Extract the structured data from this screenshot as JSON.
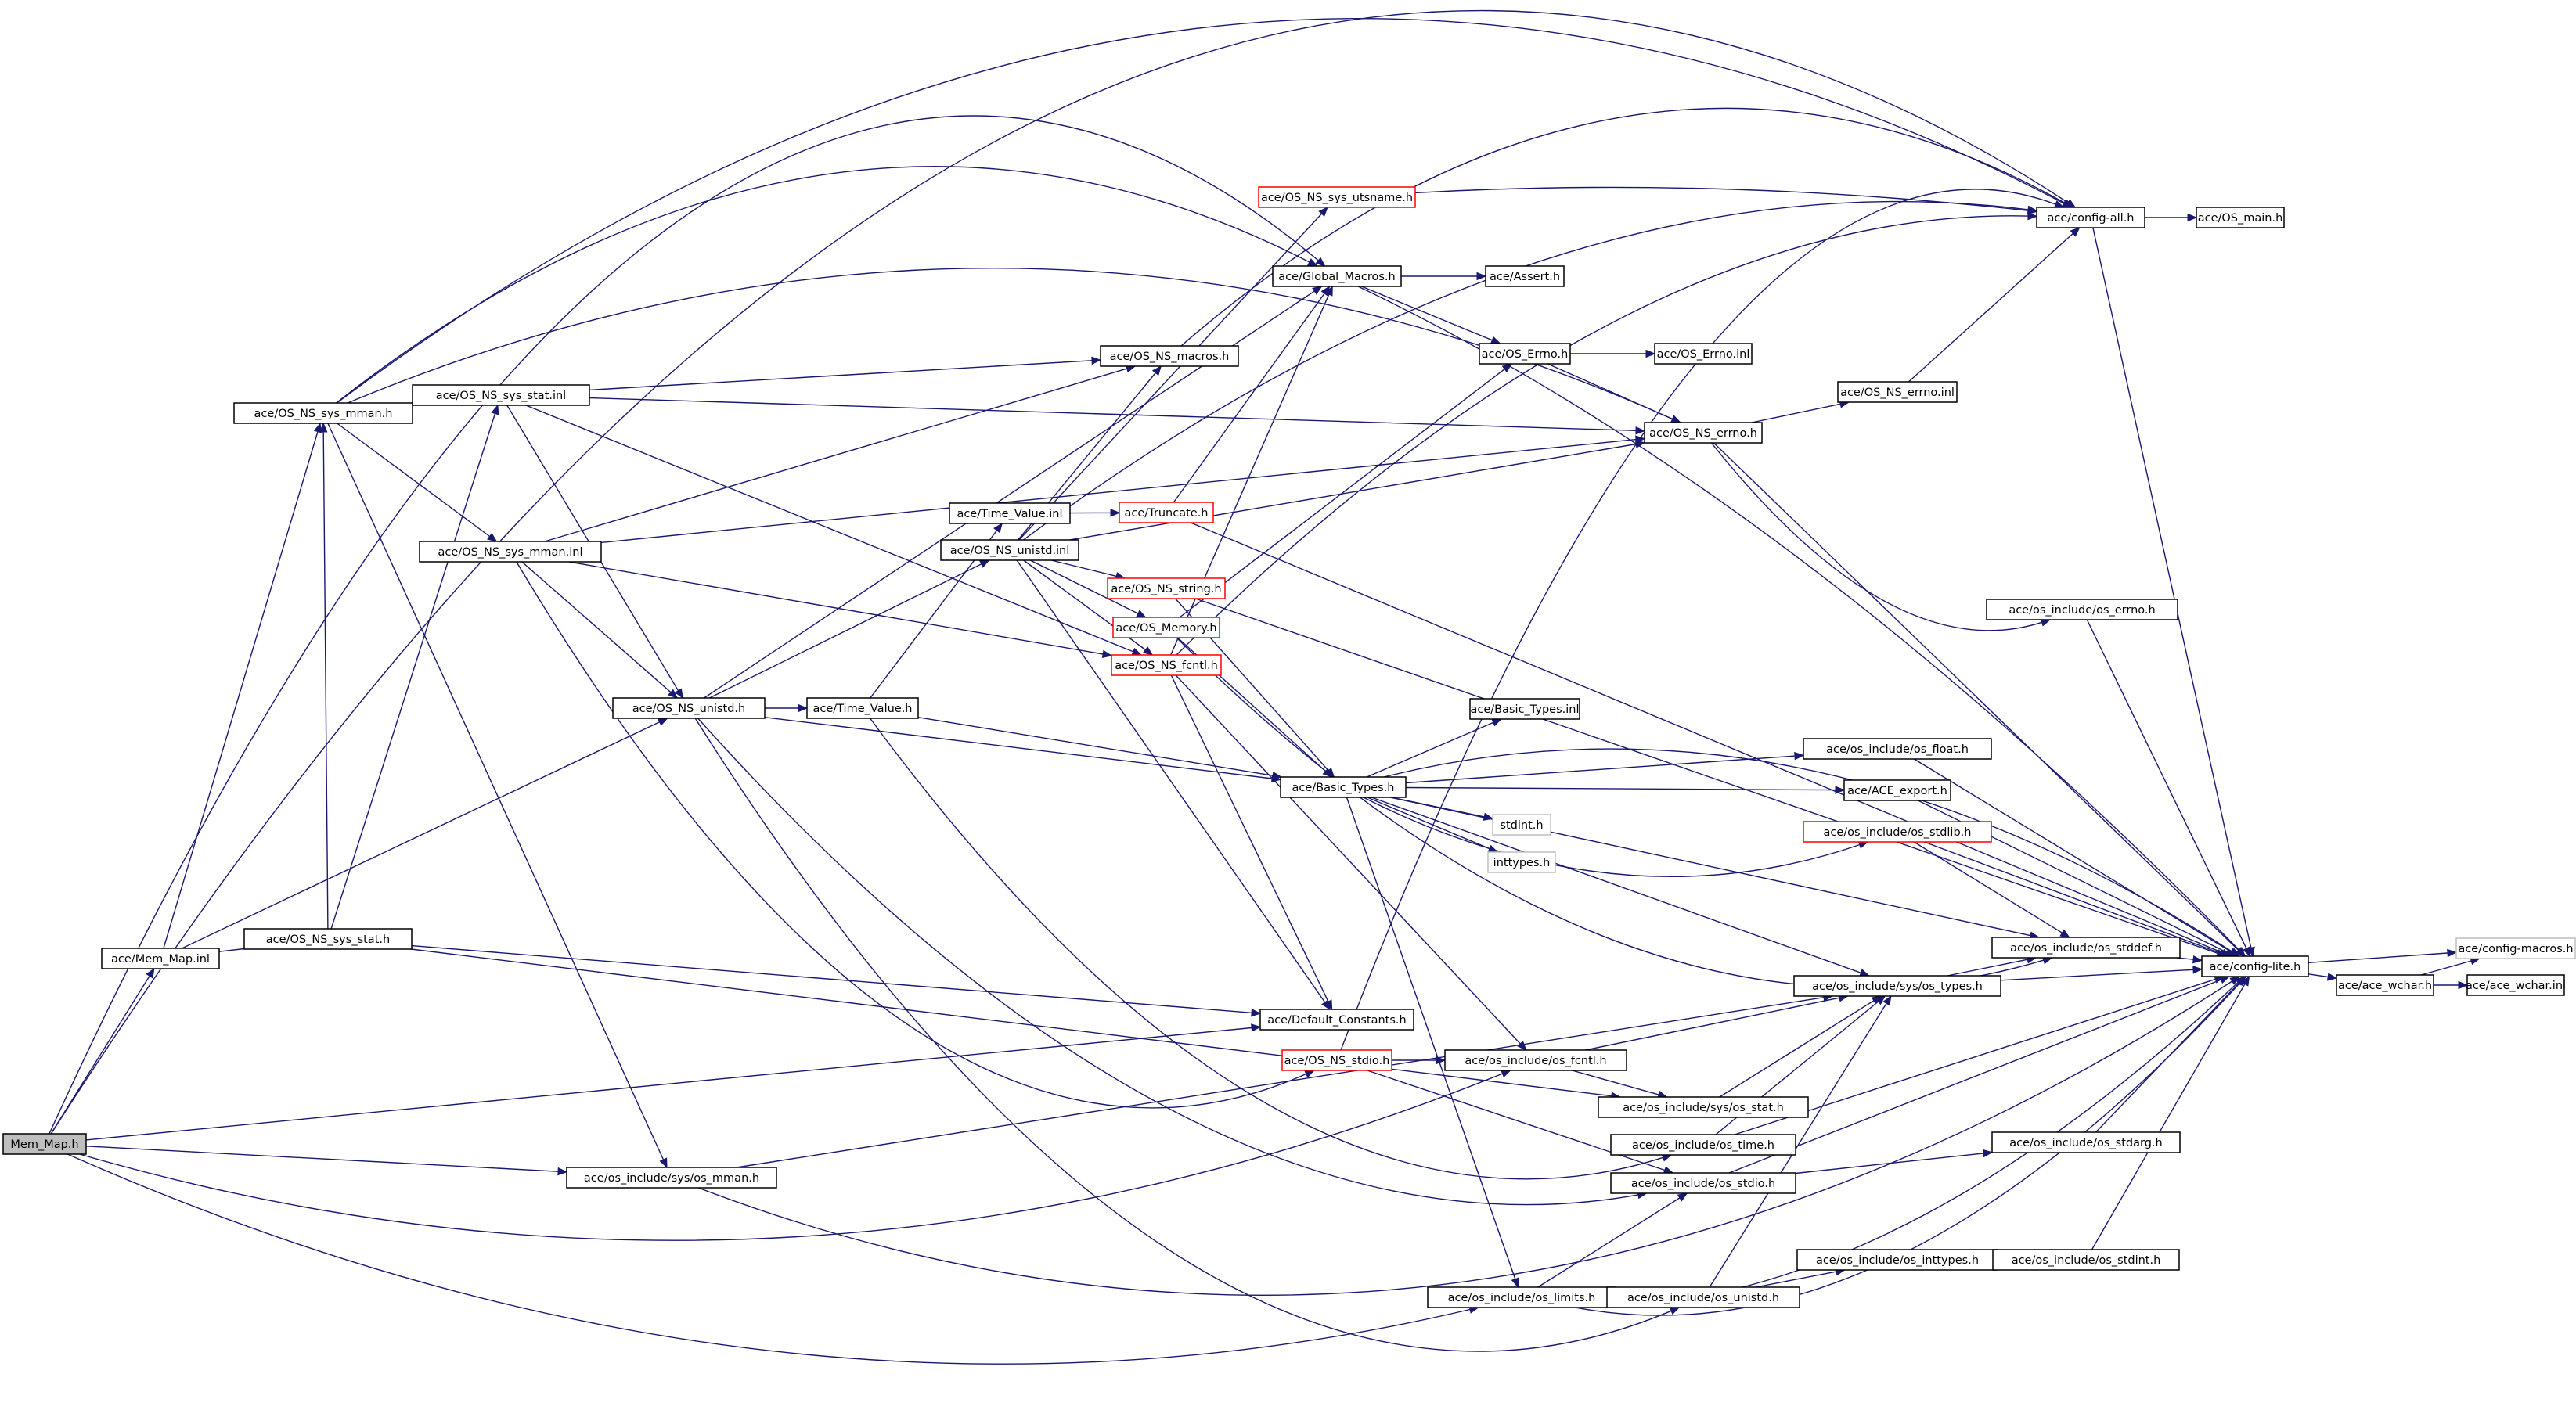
{
  "colors": {
    "edge": "#191970",
    "node_border": "#000000",
    "node_border_truncated": "#ff0000",
    "node_border_external": "#bfbfbf",
    "root_fill": "#bfbfbf",
    "node_fill": "#ffffff"
  },
  "nodes": [
    {
      "id": "mem_map_h",
      "label": "Mem_Map.h",
      "style": "root"
    },
    {
      "id": "mem_map_inl",
      "label": "ace/Mem_Map.inl",
      "style": "normal"
    },
    {
      "id": "os_ns_sys_mman_h",
      "label": "ace/OS_NS_sys_mman.h",
      "style": "normal"
    },
    {
      "id": "os_ns_sys_stat_h",
      "label": "ace/OS_NS_sys_stat.h",
      "style": "normal"
    },
    {
      "id": "os_ns_sys_stat_inl",
      "label": "ace/OS_NS_sys_stat.inl",
      "style": "normal"
    },
    {
      "id": "os_ns_sys_mman_inl",
      "label": "ace/OS_NS_sys_mman.inl",
      "style": "normal"
    },
    {
      "id": "os_ns_unistd_h",
      "label": "ace/OS_NS_unistd.h",
      "style": "normal"
    },
    {
      "id": "os_include_sys_os_mman_h",
      "label": "ace/os_include/sys/os_mman.h",
      "style": "normal"
    },
    {
      "id": "time_value_h",
      "label": "ace/Time_Value.h",
      "style": "normal"
    },
    {
      "id": "time_value_inl",
      "label": "ace/Time_Value.inl",
      "style": "normal"
    },
    {
      "id": "os_ns_unistd_inl",
      "label": "ace/OS_NS_unistd.inl",
      "style": "normal"
    },
    {
      "id": "os_ns_macros_h",
      "label": "ace/OS_NS_macros.h",
      "style": "normal"
    },
    {
      "id": "os_ns_sys_utsname_h",
      "label": "ace/OS_NS_sys_utsname.h",
      "style": "truncated"
    },
    {
      "id": "truncate_h",
      "label": "ace/Truncate.h",
      "style": "truncated"
    },
    {
      "id": "os_ns_string_h",
      "label": "ace/OS_NS_string.h",
      "style": "truncated"
    },
    {
      "id": "os_memory_h",
      "label": "ace/OS_Memory.h",
      "style": "truncated"
    },
    {
      "id": "os_ns_fcntl_h",
      "label": "ace/OS_NS_fcntl.h",
      "style": "truncated"
    },
    {
      "id": "global_macros_h",
      "label": "ace/Global_Macros.h",
      "style": "normal"
    },
    {
      "id": "basic_types_h",
      "label": "ace/Basic_Types.h",
      "style": "normal"
    },
    {
      "id": "default_constants_h",
      "label": "ace/Default_Constants.h",
      "style": "normal"
    },
    {
      "id": "os_ns_stdio_h",
      "label": "ace/OS_NS_stdio.h",
      "style": "truncated"
    },
    {
      "id": "os_include_os_limits_h",
      "label": "ace/os_include/os_limits.h",
      "style": "normal"
    },
    {
      "id": "assert_h",
      "label": "ace/Assert.h",
      "style": "normal"
    },
    {
      "id": "os_errno_h",
      "label": "ace/OS_Errno.h",
      "style": "normal"
    },
    {
      "id": "basic_types_inl",
      "label": "ace/Basic_Types.inl",
      "style": "normal"
    },
    {
      "id": "stdint_h",
      "label": "stdint.h",
      "style": "external"
    },
    {
      "id": "inttypes_h",
      "label": "inttypes.h",
      "style": "external"
    },
    {
      "id": "os_include_os_fcntl_h",
      "label": "ace/os_include/os_fcntl.h",
      "style": "normal"
    },
    {
      "id": "os_include_sys_os_stat_h",
      "label": "ace/os_include/sys/os_stat.h",
      "style": "normal"
    },
    {
      "id": "os_include_os_time_h",
      "label": "ace/os_include/os_time.h",
      "style": "normal"
    },
    {
      "id": "os_include_os_stdio_h",
      "label": "ace/os_include/os_stdio.h",
      "style": "normal"
    },
    {
      "id": "os_include_os_unistd_h",
      "label": "ace/os_include/os_unistd.h",
      "style": "normal"
    },
    {
      "id": "os_errno_inl",
      "label": "ace/OS_Errno.inl",
      "style": "normal"
    },
    {
      "id": "os_ns_errno_h",
      "label": "ace/OS_NS_errno.h",
      "style": "normal"
    },
    {
      "id": "os_include_sys_os_types_h",
      "label": "ace/os_include/sys/os_types.h",
      "style": "normal"
    },
    {
      "id": "os_include_os_inttypes_h",
      "label": "ace/os_include/os_inttypes.h",
      "style": "normal"
    },
    {
      "id": "config_all_h",
      "label": "ace/config-all.h",
      "style": "normal"
    },
    {
      "id": "os_ns_errno_inl",
      "label": "ace/OS_NS_errno.inl",
      "style": "normal"
    },
    {
      "id": "os_include_os_errno_h",
      "label": "ace/os_include/os_errno.h",
      "style": "normal"
    },
    {
      "id": "os_include_os_float_h",
      "label": "ace/os_include/os_float.h",
      "style": "normal"
    },
    {
      "id": "ace_export_h",
      "label": "ace/ACE_export.h",
      "style": "normal"
    },
    {
      "id": "os_include_os_stdlib_h",
      "label": "ace/os_include/os_stdlib.h",
      "style": "truncated"
    },
    {
      "id": "os_include_os_stddef_h",
      "label": "ace/os_include/os_stddef.h",
      "style": "normal"
    },
    {
      "id": "os_include_os_stdarg_h",
      "label": "ace/os_include/os_stdarg.h",
      "style": "normal"
    },
    {
      "id": "os_include_os_stdint_h",
      "label": "ace/os_include/os_stdint.h",
      "style": "normal"
    },
    {
      "id": "os_main_h",
      "label": "ace/OS_main.h",
      "style": "normal"
    },
    {
      "id": "config_lite_h",
      "label": "ace/config-lite.h",
      "style": "normal"
    },
    {
      "id": "ace_wchar_h",
      "label": "ace/ace_wchar.h",
      "style": "normal"
    },
    {
      "id": "config_macros_h",
      "label": "ace/config-macros.h",
      "style": "external"
    },
    {
      "id": "ace_wchar_inl",
      "label": "ace/ace_wchar.inl",
      "style": "normal"
    }
  ],
  "edges": [
    [
      "mem_map_h",
      "mem_map_inl"
    ],
    [
      "mem_map_h",
      "global_macros_h"
    ],
    [
      "mem_map_h",
      "config_all_h"
    ],
    [
      "mem_map_h",
      "default_constants_h"
    ],
    [
      "mem_map_h",
      "os_include_sys_os_mman_h"
    ],
    [
      "mem_map_h",
      "os_include_os_fcntl_h"
    ],
    [
      "mem_map_h",
      "os_include_os_limits_h"
    ],
    [
      "mem_map_inl",
      "os_ns_sys_mman_h"
    ],
    [
      "mem_map_inl",
      "os_ns_sys_stat_h"
    ],
    [
      "mem_map_inl",
      "os_ns_unistd_h"
    ],
    [
      "os_ns_sys_mman_h",
      "os_ns_sys_mman_inl"
    ],
    [
      "os_ns_sys_mman_h",
      "config_all_h"
    ],
    [
      "os_ns_sys_mman_h",
      "global_macros_h"
    ],
    [
      "os_ns_sys_mman_h",
      "os_ns_errno_h"
    ],
    [
      "os_ns_sys_mman_h",
      "os_include_sys_os_mman_h"
    ],
    [
      "os_ns_sys_stat_h",
      "os_ns_sys_stat_inl"
    ],
    [
      "os_ns_sys_stat_h",
      "os_ns_sys_mman_h"
    ],
    [
      "os_ns_sys_stat_h",
      "os_include_sys_os_stat_h"
    ],
    [
      "os_ns_sys_stat_h",
      "default_constants_h"
    ],
    [
      "os_ns_sys_stat_inl",
      "os_ns_unistd_h"
    ],
    [
      "os_ns_sys_stat_inl",
      "os_ns_fcntl_h"
    ],
    [
      "os_ns_sys_stat_inl",
      "os_ns_macros_h"
    ],
    [
      "os_ns_sys_stat_inl",
      "os_ns_errno_h"
    ],
    [
      "os_ns_sys_mman_inl",
      "os_ns_unistd_h"
    ],
    [
      "os_ns_sys_mman_inl",
      "os_ns_fcntl_h"
    ],
    [
      "os_ns_sys_mman_inl",
      "os_ns_macros_h"
    ],
    [
      "os_ns_sys_mman_inl",
      "os_ns_errno_h"
    ],
    [
      "os_ns_sys_mman_inl",
      "os_ns_stdio_h"
    ],
    [
      "os_ns_unistd_h",
      "time_value_h"
    ],
    [
      "os_ns_unistd_h",
      "os_ns_unistd_inl"
    ],
    [
      "os_ns_unistd_h",
      "basic_types_h"
    ],
    [
      "os_ns_unistd_h",
      "global_macros_h"
    ],
    [
      "os_ns_unistd_h",
      "os_include_os_stdio_h"
    ],
    [
      "os_ns_unistd_h",
      "os_include_os_unistd_h"
    ],
    [
      "time_value_h",
      "time_value_inl"
    ],
    [
      "time_value_h",
      "basic_types_h"
    ],
    [
      "time_value_h",
      "os_include_os_time_h"
    ],
    [
      "time_value_inl",
      "truncate_h"
    ],
    [
      "os_ns_unistd_inl",
      "os_ns_macros_h"
    ],
    [
      "os_ns_unistd_inl",
      "os_ns_sys_utsname_h"
    ],
    [
      "os_ns_unistd_inl",
      "os_ns_errno_h"
    ],
    [
      "os_ns_unistd_inl",
      "os_ns_string_h"
    ],
    [
      "os_ns_unistd_inl",
      "os_memory_h"
    ],
    [
      "os_ns_unistd_inl",
      "os_ns_fcntl_h"
    ],
    [
      "os_ns_unistd_inl",
      "default_constants_h"
    ],
    [
      "os_ns_unistd_inl",
      "config_all_h"
    ],
    [
      "os_ns_macros_h",
      "config_all_h"
    ],
    [
      "os_ns_sys_utsname_h",
      "config_all_h"
    ],
    [
      "truncate_h",
      "global_macros_h"
    ],
    [
      "truncate_h",
      "config_lite_h"
    ],
    [
      "os_ns_string_h",
      "basic_types_h"
    ],
    [
      "os_ns_string_h",
      "config_lite_h"
    ],
    [
      "os_memory_h",
      "basic_types_h"
    ],
    [
      "os_memory_h",
      "os_errno_h"
    ],
    [
      "os_memory_h",
      "os_include_os_stddef_h"
    ],
    [
      "os_ns_fcntl_h",
      "config_all_h"
    ],
    [
      "os_ns_fcntl_h",
      "global_macros_h"
    ],
    [
      "os_ns_fcntl_h",
      "default_constants_h"
    ],
    [
      "os_ns_fcntl_h",
      "os_include_os_fcntl_h"
    ],
    [
      "global_macros_h",
      "assert_h"
    ],
    [
      "global_macros_h",
      "os_errno_h"
    ],
    [
      "global_macros_h",
      "config_lite_h"
    ],
    [
      "basic_types_h",
      "basic_types_inl"
    ],
    [
      "basic_types_h",
      "stdint_h"
    ],
    [
      "basic_types_h",
      "inttypes_h"
    ],
    [
      "basic_types_h",
      "os_include_os_float_h"
    ],
    [
      "basic_types_h",
      "ace_export_h"
    ],
    [
      "basic_types_h",
      "os_include_os_stdlib_h"
    ],
    [
      "basic_types_h",
      "os_include_os_stddef_h"
    ],
    [
      "basic_types_h",
      "os_include_sys_os_types_h"
    ],
    [
      "basic_types_h",
      "os_include_os_limits_h"
    ],
    [
      "basic_types_h",
      "config_lite_h"
    ],
    [
      "os_ns_stdio_h",
      "os_include_os_fcntl_h"
    ],
    [
      "os_ns_stdio_h",
      "os_include_os_stdio_h"
    ],
    [
      "os_ns_stdio_h",
      "config_all_h"
    ],
    [
      "os_include_sys_os_mman_h",
      "os_include_sys_os_types_h"
    ],
    [
      "os_include_sys_os_mman_h",
      "config_lite_h"
    ],
    [
      "os_include_os_limits_h",
      "os_include_os_unistd_h"
    ],
    [
      "os_include_os_limits_h",
      "os_include_os_stdio_h"
    ],
    [
      "os_include_os_limits_h",
      "config_lite_h"
    ],
    [
      "os_errno_h",
      "os_errno_inl"
    ],
    [
      "os_errno_h",
      "os_ns_errno_h"
    ],
    [
      "os_ns_errno_h",
      "os_ns_errno_inl"
    ],
    [
      "os_ns_errno_h",
      "os_include_os_errno_h"
    ],
    [
      "os_ns_errno_h",
      "config_lite_h"
    ],
    [
      "os_ns_errno_inl",
      "config_all_h"
    ],
    [
      "os_include_os_fcntl_h",
      "os_include_sys_os_types_h"
    ],
    [
      "os_include_os_fcntl_h",
      "os_include_sys_os_stat_h"
    ],
    [
      "os_include_sys_os_stat_h",
      "os_include_sys_os_types_h"
    ],
    [
      "os_include_os_time_h",
      "os_include_sys_os_types_h"
    ],
    [
      "os_include_os_time_h",
      "config_lite_h"
    ],
    [
      "os_include_os_stdio_h",
      "os_include_os_stdarg_h"
    ],
    [
      "os_include_os_stdio_h",
      "config_lite_h"
    ],
    [
      "os_include_os_unistd_h",
      "os_include_os_inttypes_h"
    ],
    [
      "os_include_os_unistd_h",
      "os_include_sys_os_types_h"
    ],
    [
      "os_include_os_unistd_h",
      "config_lite_h"
    ],
    [
      "os_include_os_inttypes_h",
      "os_include_os_stdint_h"
    ],
    [
      "os_include_sys_os_types_h",
      "os_include_os_stddef_h"
    ],
    [
      "os_include_sys_os_types_h",
      "config_lite_h"
    ],
    [
      "os_include_os_errno_h",
      "config_lite_h"
    ],
    [
      "os_include_os_float_h",
      "config_lite_h"
    ],
    [
      "ace_export_h",
      "config_lite_h"
    ],
    [
      "os_include_os_stdlib_h",
      "os_include_os_stddef_h"
    ],
    [
      "os_include_os_stdlib_h",
      "config_lite_h"
    ],
    [
      "os_include_os_stddef_h",
      "config_lite_h"
    ],
    [
      "os_include_os_stdarg_h",
      "config_lite_h"
    ],
    [
      "os_include_os_stdint_h",
      "config_lite_h"
    ],
    [
      "config_all_h",
      "os_main_h"
    ],
    [
      "config_all_h",
      "config_lite_h"
    ],
    [
      "config_lite_h",
      "ace_wchar_h"
    ],
    [
      "config_lite_h",
      "config_macros_h"
    ],
    [
      "ace_wchar_h",
      "ace_wchar_inl"
    ],
    [
      "ace_wchar_h",
      "config_macros_h"
    ]
  ]
}
